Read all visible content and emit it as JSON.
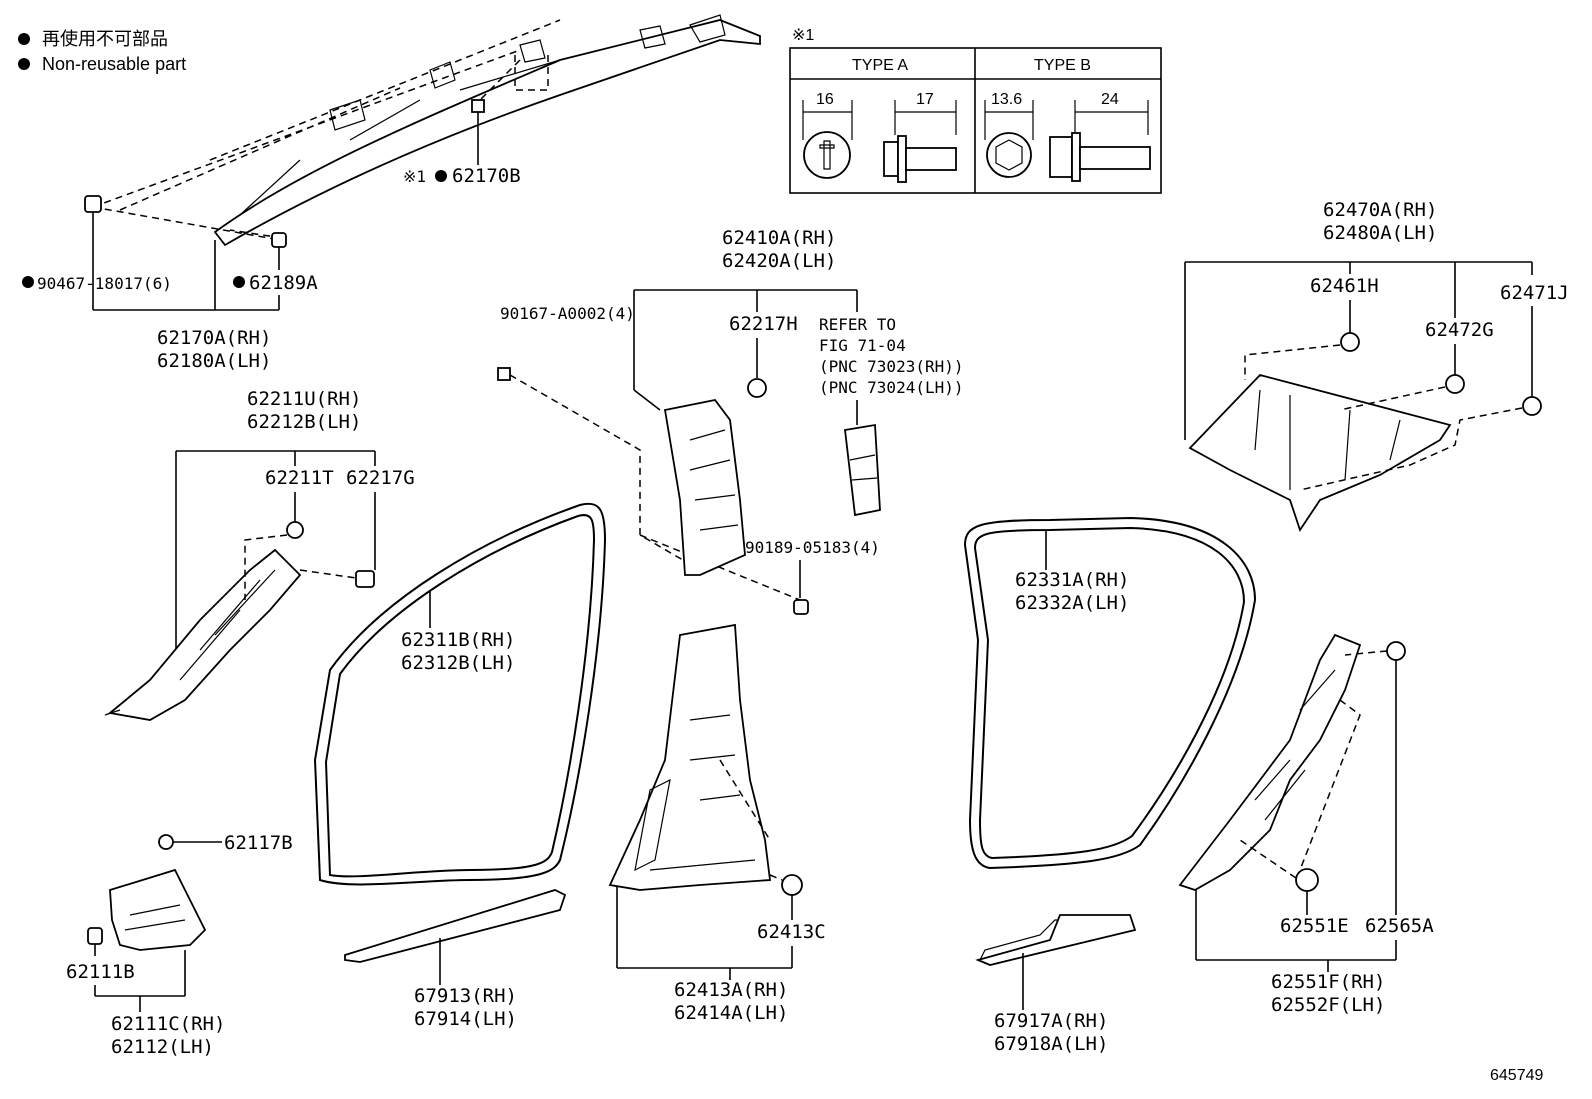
{
  "legend": {
    "line1": "再使用不可部品",
    "line2": "Non-reusable part"
  },
  "note_mark": "※1",
  "type_table": {
    "mark": "※1",
    "type_a": "TYPE A",
    "type_b": "TYPE B",
    "a_dim1": "16",
    "a_dim2": "17",
    "b_dim1": "13.6",
    "b_dim2": "24"
  },
  "callouts": {
    "p62170B": "62170B",
    "p90467": "90467-18017(6)",
    "p62189A": "62189A",
    "p62170A": "62170A(RH)",
    "p62180A": "62180A(LH)",
    "p62211U": "62211U(RH)",
    "p62212B": "62212B(LH)",
    "p62211T": "62211T",
    "p62217G": "62217G",
    "p90167": "90167-A0002(4)",
    "p62410A": "62410A(RH)",
    "p62420A": "62420A(LH)",
    "p62217H": "62217H",
    "refer1": "REFER TO",
    "refer2": "FIG 71-04",
    "refer3": "(PNC 73023(RH))",
    "refer4": "(PNC 73024(LH))",
    "p90189": "90189-05183(4)",
    "p62470A": "62470A(RH)",
    "p62480A": "62480A(LH)",
    "p62461H": "62461H",
    "p62471J": "62471J",
    "p62472G": "62472G",
    "p62311B": "62311B(RH)",
    "p62312B": "62312B(LH)",
    "p62331A": "62331A(RH)",
    "p62332A": "62332A(LH)",
    "p62117B": "62117B",
    "p62111B": "62111B",
    "p62111C": "62111C(RH)",
    "p62112": "62112(LH)",
    "p67913": "67913(RH)",
    "p67914": "67914(LH)",
    "p62413C": "62413C",
    "p62413A": "62413A(RH)",
    "p62414A": "62414A(LH)",
    "p67917A": "67917A(RH)",
    "p67918A": "67918A(LH)",
    "p62551E": "62551E",
    "p62565A": "62565A",
    "p62551F": "62551F(RH)",
    "p62552F": "62552F(LH)"
  },
  "figure_id": "645749"
}
